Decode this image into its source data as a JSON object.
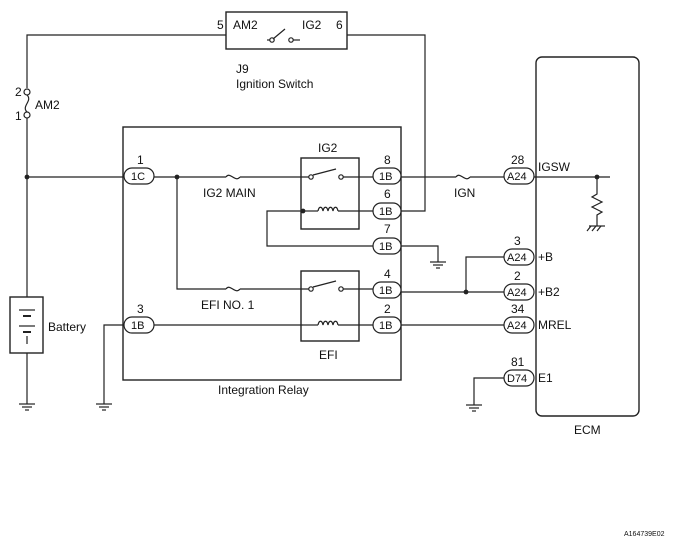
{
  "ignition_switch": {
    "ref": "J9",
    "name": "Ignition Switch",
    "pin_left": "5",
    "pin_right": "6",
    "label_left": "AM2",
    "label_right": "IG2"
  },
  "fuse_am2": {
    "label": "AM2",
    "pin_top": "2",
    "pin_bottom": "1"
  },
  "battery": {
    "label": "Battery"
  },
  "integration_relay": {
    "label": "Integration Relay",
    "relay_ig2": "IG2",
    "relay_efi": "EFI",
    "fuse_ig2_main": "IG2 MAIN",
    "fuse_efi_no1": "EFI NO. 1",
    "conn_1c": {
      "pin": "1",
      "conn": "1C"
    },
    "conn_3": {
      "pin": "3",
      "conn": "1B"
    },
    "conn_8": {
      "pin": "8",
      "conn": "1B"
    },
    "conn_6": {
      "pin": "6",
      "conn": "1B"
    },
    "conn_7": {
      "pin": "7",
      "conn": "1B"
    },
    "conn_4": {
      "pin": "4",
      "conn": "1B"
    },
    "conn_2": {
      "pin": "2",
      "conn": "1B"
    }
  },
  "fuse_ign": {
    "label": "IGN"
  },
  "ecm": {
    "label": "ECM",
    "igsw": {
      "pin": "28",
      "conn": "A24",
      "signal": "IGSW"
    },
    "b": {
      "pin": "3",
      "conn": "A24",
      "signal": "+B"
    },
    "b2": {
      "pin": "2",
      "conn": "A24",
      "signal": "+B2"
    },
    "mrel": {
      "pin": "34",
      "conn": "A24",
      "signal": "MREL"
    },
    "e1": {
      "pin": "81",
      "conn": "D74",
      "signal": "E1"
    }
  },
  "figure_id": "A164739E02"
}
